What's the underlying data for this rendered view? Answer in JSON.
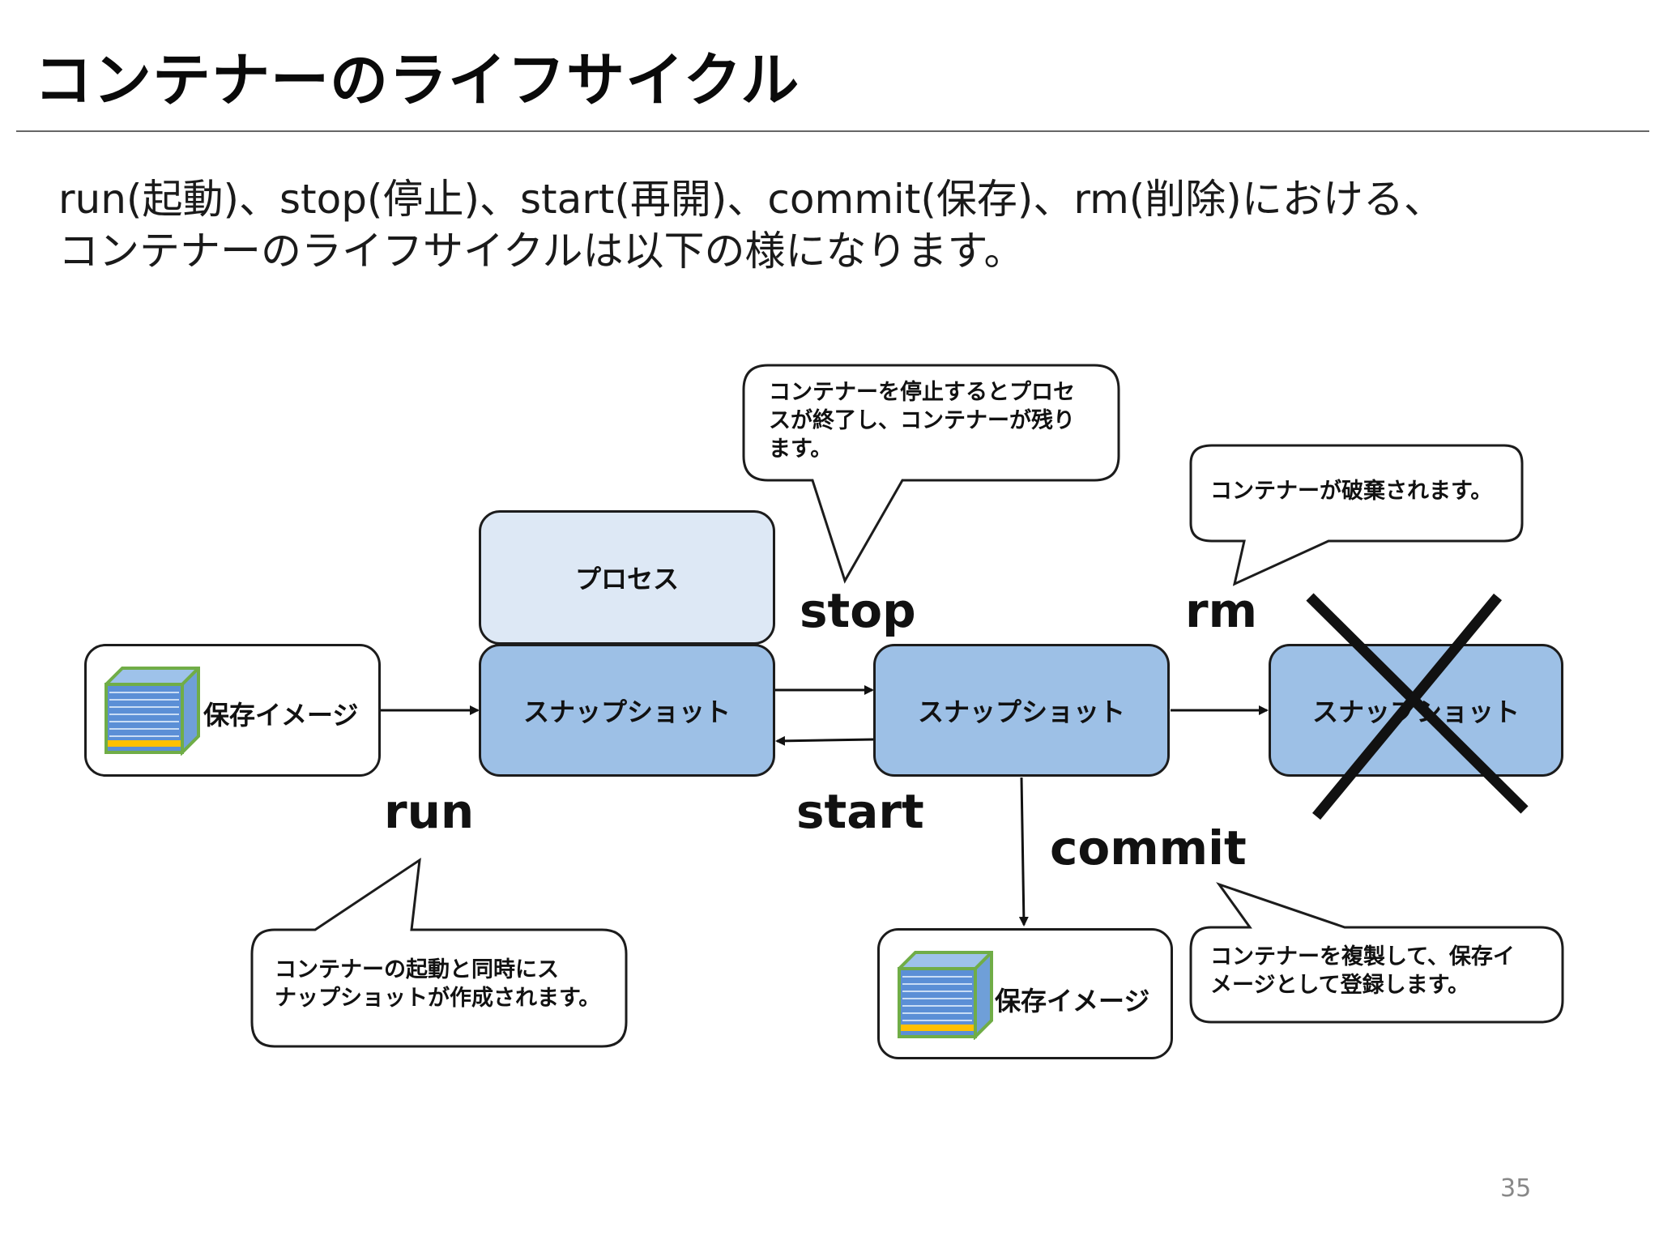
{
  "title": "コンテナーのライフサイクル",
  "lead": {
    "line1": "run(起動)、stop(停止)、start(再開)、commit(保存)、rm(削除)における、",
    "line2": "コンテナーのライフサイクルは以下の様になります。"
  },
  "diagram": {
    "saved_image_label": "保存イメージ",
    "process_label": "プロセス",
    "snapshot_label": "スナップショット",
    "commands": {
      "run": "run",
      "stop": "stop",
      "start": "start",
      "commit": "commit",
      "rm": "rm"
    },
    "callouts": {
      "stop": [
        "コンテナーを停止するとプロセ",
        "スが終了し、コンテナーが残り",
        "ます。"
      ],
      "rm": [
        "コンテナーが破棄されます。"
      ],
      "run": [
        "コンテナーの起動と同時にス",
        "ナップショットが作成されます。"
      ],
      "commit": [
        "コンテナーを複製して、保存イ",
        "メージとして登録します。"
      ]
    }
  },
  "page_number": "35",
  "colors": {
    "snapshot_fill": "#9dc0e6",
    "process_fill": "#dde8f5",
    "outline": "#1c1c1c",
    "image_stack_blue": "#5b8fd6",
    "image_frame_green": "#70ad47",
    "image_base_yellow": "#ffc000"
  }
}
